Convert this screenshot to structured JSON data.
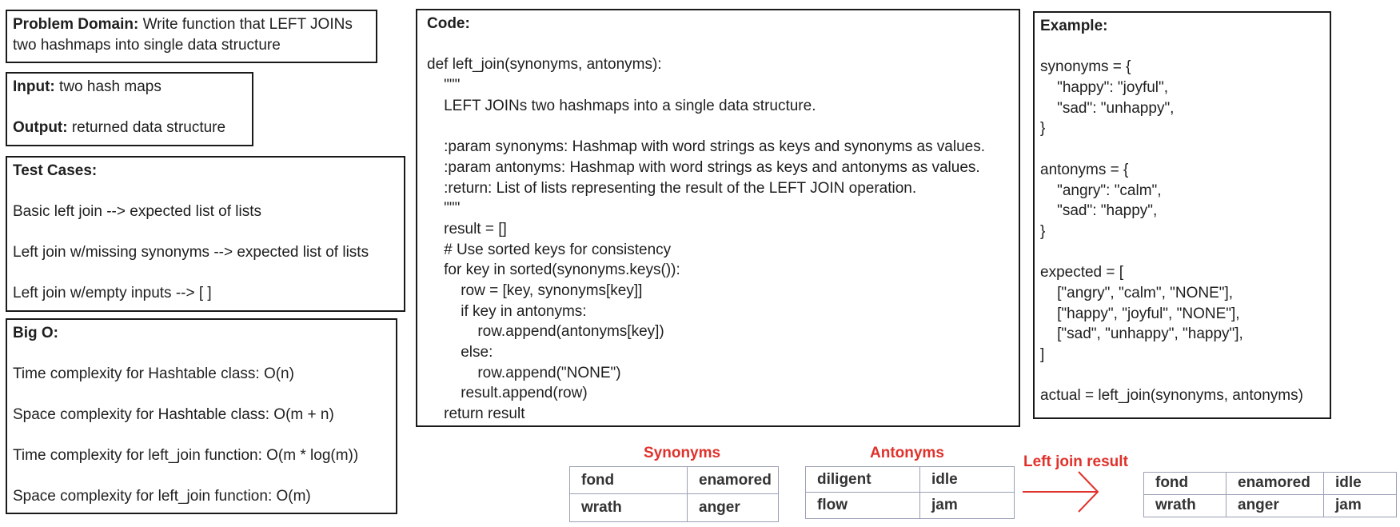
{
  "problem": {
    "label": "Problem Domain:",
    "text": " Write function that LEFT JOINs two hashmaps into single data structure"
  },
  "io": {
    "input_label": "Input:",
    "input_text": " two hash maps",
    "output_label": "Output:",
    "output_text": " returned data structure"
  },
  "tests": {
    "label": "Test Cases:",
    "items": [
      "Basic left join --> expected list of lists",
      "Left join w/missing synonyms --> expected list of lists",
      "Left join w/empty inputs --> [ ]"
    ]
  },
  "bigo": {
    "label": "Big O:",
    "items": [
      "Time complexity for Hashtable class: O(n)",
      "Space complexity for Hashtable class: O(m + n)",
      "Time complexity for left_join function: O(m * log(m))",
      "Space complexity for left_join function: O(m)"
    ]
  },
  "code": {
    "label": "Code:",
    "lines": [
      "",
      "def left_join(synonyms, antonyms):",
      "    \"\"\"",
      "    LEFT JOINs two hashmaps into a single data structure.",
      "",
      "    :param synonyms: Hashmap with word strings as keys and synonyms as values.",
      "    :param antonyms: Hashmap with word strings as keys and antonyms as values.",
      "    :return: List of lists representing the result of the LEFT JOIN operation.",
      "    \"\"\"",
      "    result = []",
      "    # Use sorted keys for consistency",
      "    for key in sorted(synonyms.keys()):",
      "        row = [key, synonyms[key]]",
      "        if key in antonyms:",
      "            row.append(antonyms[key])",
      "        else:",
      "            row.append(\"NONE\")",
      "        result.append(row)",
      "    return result"
    ]
  },
  "example": {
    "label": "Example:",
    "lines": [
      "",
      "synonyms = {",
      "    \"happy\": \"joyful\",",
      "    \"sad\": \"unhappy\",",
      "}",
      "",
      "antonyms = {",
      "    \"angry\": \"calm\",",
      "    \"sad\": \"happy\",",
      "}",
      "",
      "expected = [",
      "    [\"angry\", \"calm\", \"NONE\"],",
      "    [\"happy\", \"joyful\", \"NONE\"],",
      "    [\"sad\", \"unhappy\", \"happy\"],",
      "]",
      "",
      "actual = left_join(synonyms, antonyms)"
    ]
  },
  "synonyms_table": {
    "title": "Synonyms",
    "rows": [
      [
        "fond",
        "enamored"
      ],
      [
        "wrath",
        "anger"
      ]
    ]
  },
  "antonyms_table": {
    "title": "Antonyms",
    "rows": [
      [
        "diligent",
        "idle"
      ],
      [
        "flow",
        "jam"
      ]
    ]
  },
  "result_table": {
    "title": "Left join result",
    "rows": [
      [
        "fond",
        "enamored",
        "idle"
      ],
      [
        "wrath",
        "anger",
        "jam"
      ]
    ]
  },
  "colors": {
    "accent_red": "#e0312b",
    "table_border": "#9aa0b4",
    "box_border": "#1a1a1a"
  }
}
